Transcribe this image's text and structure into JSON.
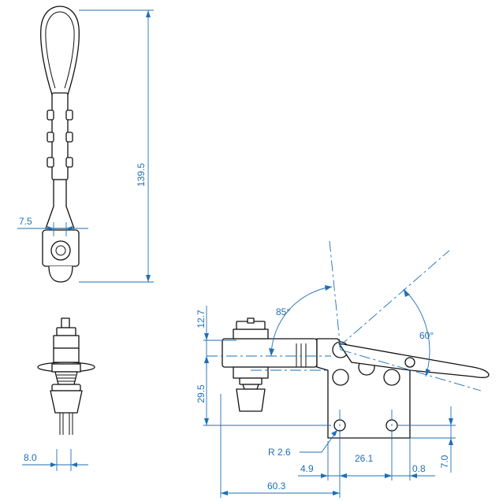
{
  "colors": {
    "dimension_blue": "#1f6fb5",
    "outline_black": "#111111",
    "background": "#ffffff"
  },
  "dimensions": {
    "overall_height": "139.5",
    "handle_width": "7.5",
    "foot_spacing": "8.0",
    "top_offset": "12.7",
    "height_to_base": "29.5",
    "angle_handle_open": "85°",
    "angle_lever": "60°",
    "hole_radius": "R 2.6",
    "hole_spacing": "26.1",
    "edge_offset_left": "4.9",
    "edge_offset_right": "0.8",
    "base_thickness": "7.0",
    "overall_length": "60.3"
  }
}
